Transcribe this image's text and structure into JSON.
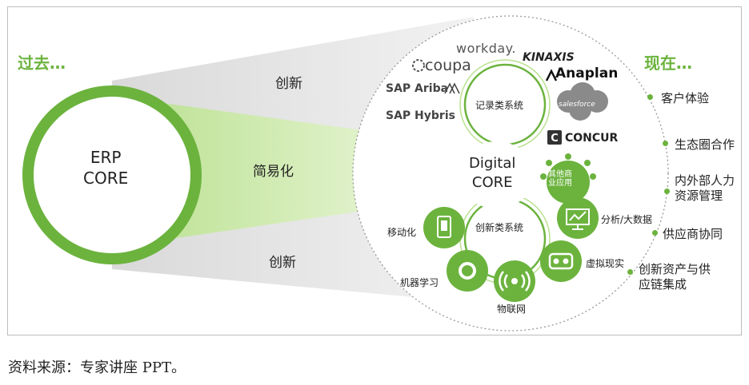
{
  "left_label": "过去…",
  "right_label": "现在…",
  "erp_core": [
    "ERP",
    "CORE"
  ],
  "digital_core": [
    "Digital",
    "CORE"
  ],
  "funnel_labels": {
    "top": "创新",
    "middle": "简易化",
    "bottom": "创新"
  },
  "record_systems_label": "记录类系统",
  "innovation_systems_label": "创新类系统",
  "brands": [
    "workday.",
    "coupa",
    "KINAXIS",
    "Anaplan",
    "SAP Ariba",
    "SAP Hybris",
    "salesforce",
    "CONCUR"
  ],
  "other_apps": "其他商业应用",
  "tech_items": [
    "移动化",
    "机器学习",
    "物联网",
    "虚拟现实",
    "分析/大数据"
  ],
  "outcomes": [
    "客户体验",
    "生态圈合作",
    "内外部人力资源管理",
    "供应商协同",
    "创新资产与供应链集成"
  ],
  "caption": "资料来源：专家讲座 PPT。",
  "colors": {
    "accent": "#6cb33e",
    "dark_green": "#4f9a2a",
    "gray_funnel": "#e3e3e3"
  }
}
